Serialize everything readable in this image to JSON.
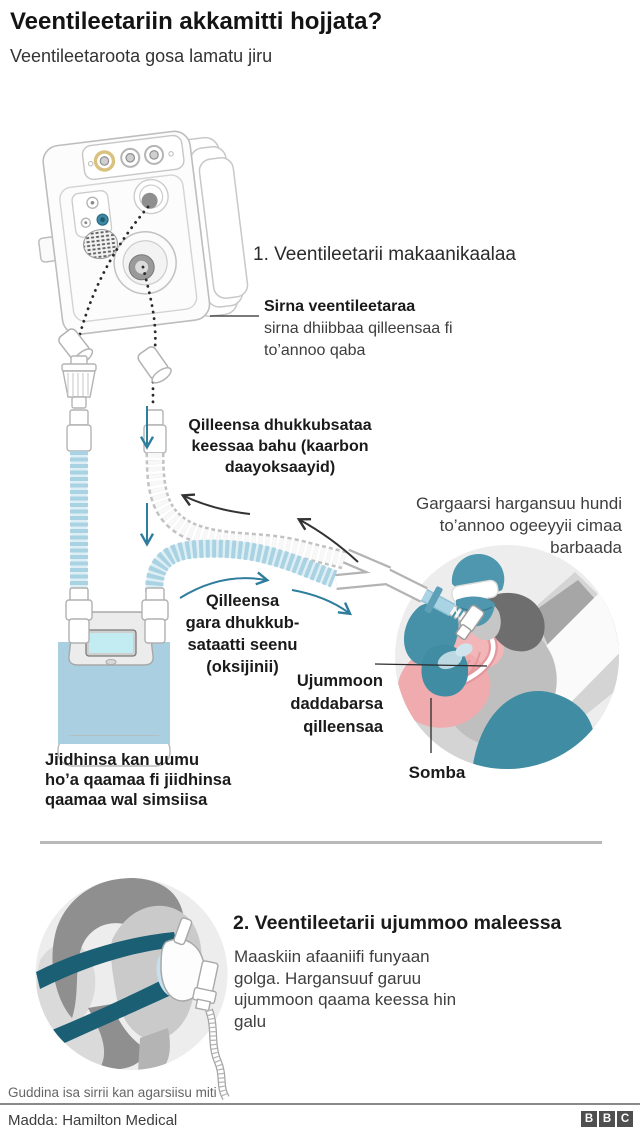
{
  "header": {
    "title": "Veentileetariin akkamitti hojjata?",
    "subtitle": "Veentileetaroota gosa lamatu jiru"
  },
  "section1": {
    "heading": "1. Veentileetarii makaanikaalaa",
    "ventilator_system_title": "Sirna veentileetaraa",
    "ventilator_system_desc": "sirna dhiibbaa qilleensaa fi\nto’annoo qaba",
    "exhale_label": "Qilleensa dhukkubsataa\nkeessaa bahu (kaarbon\ndaayoksaayid)",
    "supervision_label": "Gargaarsi hargansuu hundi\nto’annoo ogeeyyii cimaa\nbarbaada",
    "inhale_label": "Qilleensa\ngara dhukkub-\nsataatti seenu\n(oksijinii)",
    "tube_label": "Ujummoon\ndaddabarsa\nqilleensaa",
    "lungs_label": "Somba",
    "humidifier_label": "Jiidhinsa kan uumu\nho’a qaamaa fi jiidhinsa\nqaamaa wal simsiisa"
  },
  "section2": {
    "heading": "2. Veentileetarii ujummoo maleessa",
    "body": "Maaskiin afaaniifi funyaan\ngolga. Hargansuuf garuu\nujummoon qaama keessa hin\ngalu"
  },
  "footer": {
    "disclaimer": "Guddina isa sirrii kan agarsiisu miti",
    "source": "Madda: Hamilton Medical",
    "logo_letters": [
      "B",
      "B",
      "C"
    ]
  },
  "colors": {
    "teal_accent": "#2e7d9c",
    "scrub_teal": "#4e97ae",
    "strap_teal": "#1b5f75",
    "tube_blue": "#a9d2e2",
    "lung_pink": "#efabad",
    "circle_gray": "#ededed",
    "divider_gray": "#b9b9b9",
    "logo_gray": "#4f4f4f"
  }
}
